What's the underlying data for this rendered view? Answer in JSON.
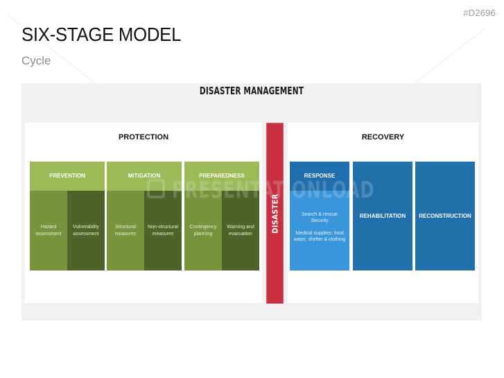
{
  "slide": {
    "code": "#D2696",
    "title": "SIX-STAGE MODEL",
    "subtitle": "Cycle"
  },
  "diagram": {
    "title": "DISASTER MANAGEMENT",
    "divider_label": "DISASTER",
    "colors": {
      "panel_bg": "#f1f1f1",
      "disaster": "#c8303f",
      "green_header": "#9bbb59",
      "green_mid": "#77933c",
      "green_dark": "#4f6228",
      "blue_dark": "#1f6ead",
      "blue_light": "#3a96db"
    },
    "protection": {
      "title": "PROTECTION",
      "stages": [
        {
          "name": "PREVENTION",
          "items": [
            "Hazard assessment",
            "Vulnerability assessment"
          ]
        },
        {
          "name": "MITIGATION",
          "items": [
            "Structural measures",
            "Non-structural measures"
          ]
        },
        {
          "name": "PREPAREDNESS",
          "items": [
            "Contingency planning",
            "Warning and evacuation"
          ]
        }
      ]
    },
    "recovery": {
      "title": "RECOVERY",
      "stages": [
        {
          "name": "RESPONSE",
          "items": [
            "Search & rescue",
            "Security",
            "Medical supplies: food water, shelter & clothing"
          ]
        },
        {
          "name": "REHABILITATION"
        },
        {
          "name": "RECONSTRUCTION"
        }
      ]
    }
  },
  "watermark": "PRESENTATIONLOAD"
}
